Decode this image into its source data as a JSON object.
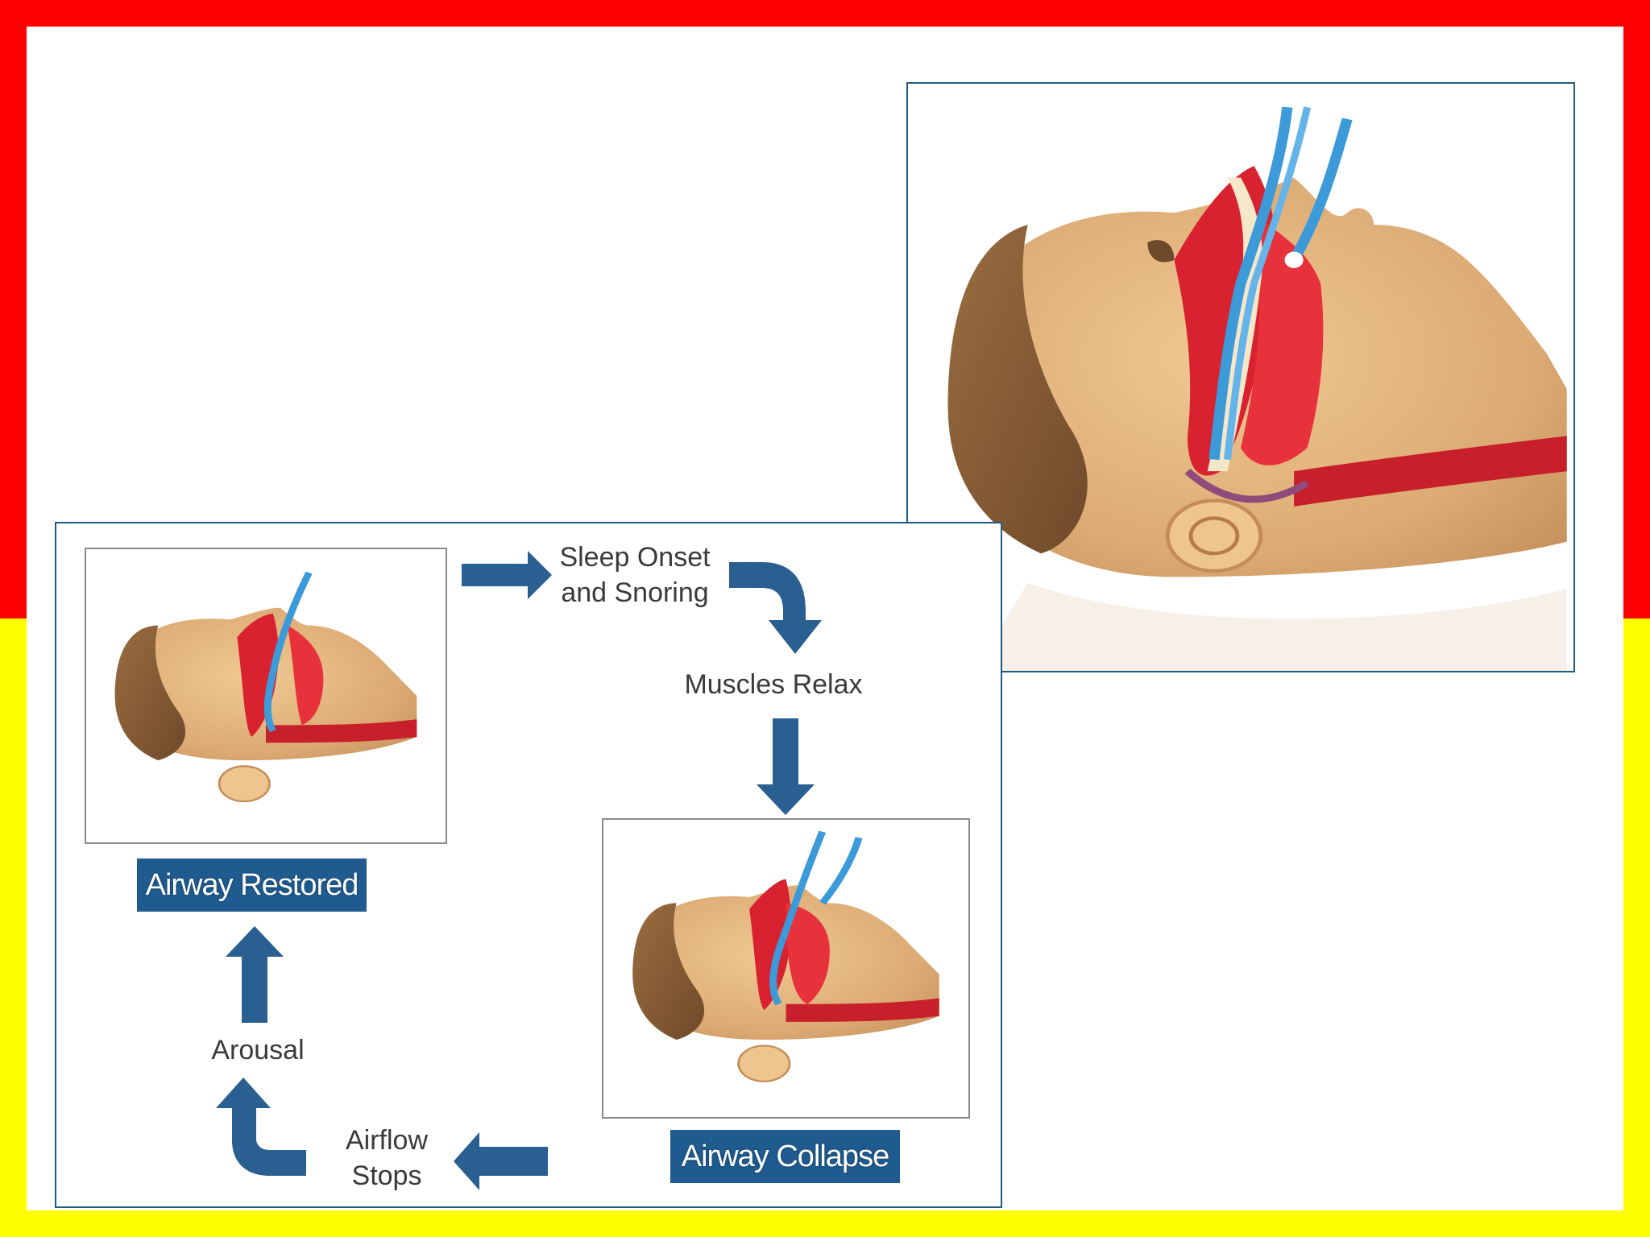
{
  "colors": {
    "background_top": "#ff0000",
    "background_bottom": "#ffff00",
    "frame_border": "#1f5b80",
    "badge_fill": "#1f5b8e",
    "arrow_fill": "#2a5f91",
    "skin": "#e2b27e",
    "hair": "#8d6239",
    "tissue": "#d8222f",
    "airflow": "#3d9ad9"
  },
  "figures": {
    "large_head": "head-profile-collapsed-airway",
    "restored_thumbnail": "head-profile-open-airway",
    "collapse_thumbnail": "head-profile-collapsed-airway"
  },
  "cycle": {
    "steps": {
      "sleep_onset": [
        "Sleep Onset",
        "and Snoring"
      ],
      "muscles_relax": [
        "Muscles Relax"
      ],
      "airflow_stops": [
        "Airflow",
        "Stops"
      ],
      "arousal": [
        "Arousal"
      ]
    },
    "badges": {
      "airway_restored": "Airway Restored",
      "airway_collapse": "Airway Collapse"
    }
  }
}
